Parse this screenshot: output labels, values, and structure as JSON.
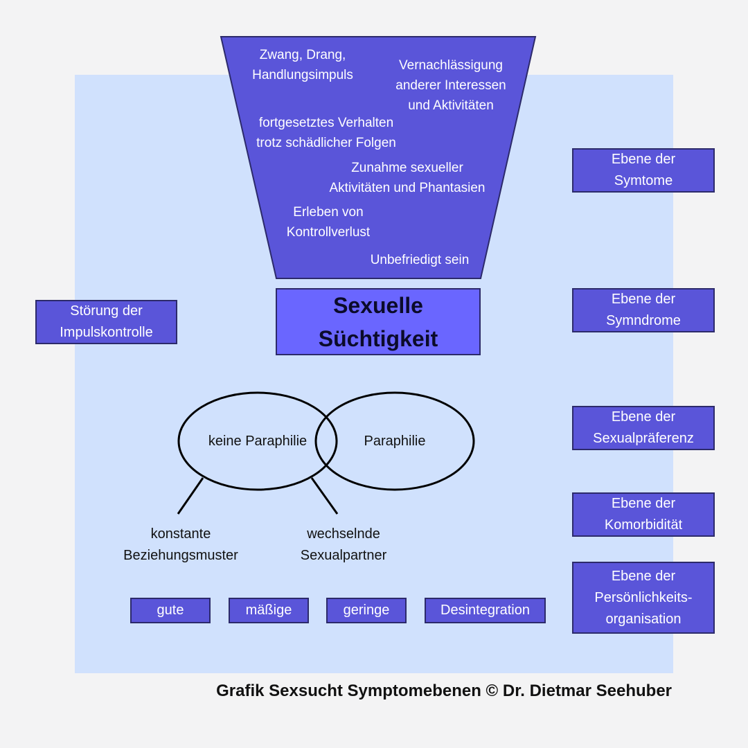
{
  "funnel": {
    "color": "#5a55d9",
    "items": [
      {
        "id": "zwang",
        "lines": [
          "Zwang, Drang,",
          "Handlungsimpuls"
        ]
      },
      {
        "id": "vernachlaessigung",
        "lines": [
          "Vernachlässigung",
          "anderer Interessen",
          "und Aktivitäten"
        ]
      },
      {
        "id": "fortgesetzt",
        "lines": [
          "fortgesetztes Verhalten",
          "trotz schädlicher Folgen"
        ]
      },
      {
        "id": "zunahme",
        "lines": [
          "Zunahme sexueller",
          "Aktivitäten und Phantasien"
        ]
      },
      {
        "id": "kontrollverlust",
        "lines": [
          "Erleben von",
          "Kontrollverlust"
        ]
      },
      {
        "id": "unbefriedigt",
        "lines": [
          "Unbefriedigt sein"
        ]
      }
    ]
  },
  "center": {
    "lines": [
      "Sexuelle",
      "Süchtigkeit"
    ]
  },
  "left_box": {
    "lines": [
      "Störung der",
      "Impulskontrolle"
    ]
  },
  "levels": [
    {
      "id": "symptome",
      "lines": [
        "Ebene der",
        "Symtome"
      ]
    },
    {
      "id": "syndrome",
      "lines": [
        "Ebene der",
        "Symndrome"
      ]
    },
    {
      "id": "sexualpraeferenz",
      "lines": [
        "Ebene der",
        "Sexualpräferenz"
      ]
    },
    {
      "id": "komorbiditaet",
      "lines": [
        "Ebene der",
        "Komorbidität"
      ]
    },
    {
      "id": "persoenlichkeit",
      "lines": [
        "Ebene der",
        "Persönlichkeits-",
        "organisation"
      ]
    }
  ],
  "venn": {
    "left_label": "keine Paraphilie",
    "right_label": "Paraphilie"
  },
  "branches": [
    {
      "id": "konstante",
      "lines": [
        "konstante",
        "Beziehungsmuster"
      ]
    },
    {
      "id": "wechselnde",
      "lines": [
        "wechselnde",
        "Sexualpartner"
      ]
    }
  ],
  "integration": [
    "gute",
    "mäßige",
    "geringe",
    "Desintegration"
  ],
  "caption": "Grafik Sexsucht Symptomebenen © Dr. Dietmar Seehuber"
}
